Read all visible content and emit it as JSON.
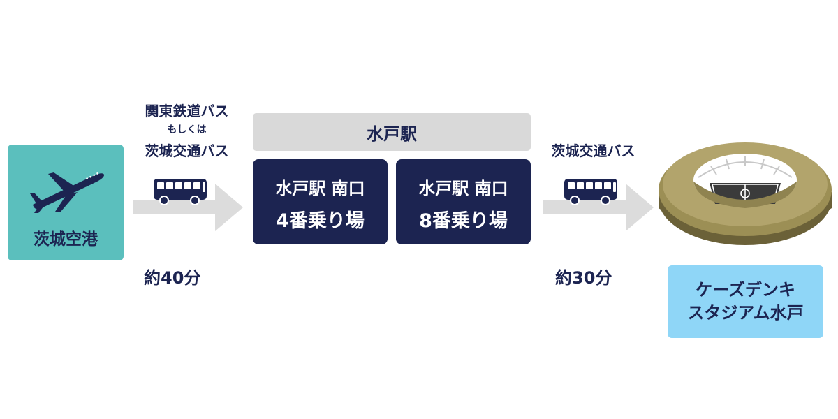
{
  "origin": {
    "label": "茨城空港",
    "icon": "airplane-icon",
    "color": "#5bbfbd"
  },
  "leg1": {
    "line1": "関東鉄道バス",
    "line2": "もしくは",
    "line3": "茨城交通バス",
    "duration": "約40分",
    "icon": "bus-icon"
  },
  "station": {
    "name": "水戸駅",
    "platforms": [
      {
        "line1": "水戸駅 南口",
        "line2": "4番乗り場"
      },
      {
        "line1": "水戸駅 南口",
        "line2": "8番乗り場"
      }
    ],
    "color": "#1c2451"
  },
  "leg2": {
    "line1": "茨城交通バス",
    "duration": "約30分",
    "icon": "bus-icon"
  },
  "destination": {
    "line1": "ケーズデンキ",
    "line2": "スタジアム水戸",
    "icon": "stadium-icon",
    "color": "#8fd6f7"
  }
}
